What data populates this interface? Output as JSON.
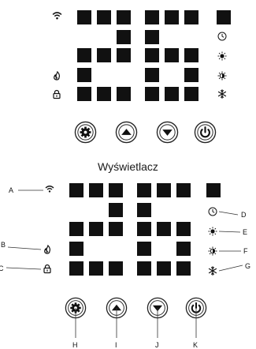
{
  "caption": "Wyświetlacz",
  "callout_labels": {
    "a": "A",
    "b": "B",
    "c": "C",
    "d": "D",
    "e": "E",
    "f": "F",
    "g": "G",
    "h": "H",
    "i": "I",
    "j": "J",
    "k": "K"
  },
  "display": {
    "digits": [
      "2",
      "6"
    ],
    "indicator_icons": [
      "wifi-icon",
      "flame-icon",
      "lock-icon",
      "clock-icon",
      "sun-icon",
      "half-sun-icon",
      "snowflake-icon"
    ],
    "buttons": [
      "settings-button",
      "up-button",
      "down-button",
      "power-button"
    ]
  },
  "colors": {
    "segment": "#111111",
    "button_ring": "#222222",
    "background": "#ffffff"
  }
}
